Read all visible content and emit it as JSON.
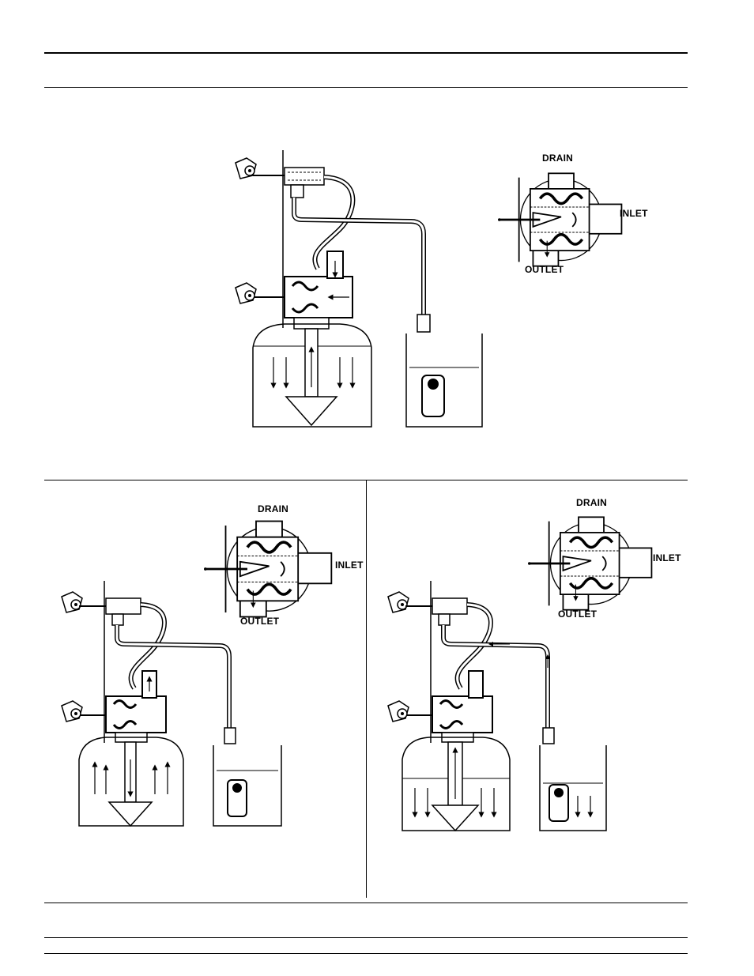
{
  "figures": [
    {
      "id": "top",
      "inset_labels": {
        "drain": "DRAIN",
        "inlet": "INLET",
        "outlet": "OUTLET"
      }
    },
    {
      "id": "bottom-left",
      "inset_labels": {
        "drain": "DRAIN",
        "inlet": "INLET",
        "outlet": "OUTLET"
      }
    },
    {
      "id": "bottom-right",
      "inset_labels": {
        "drain": "DRAIN",
        "inlet": "INLET",
        "outlet": "OUTLET"
      }
    }
  ]
}
